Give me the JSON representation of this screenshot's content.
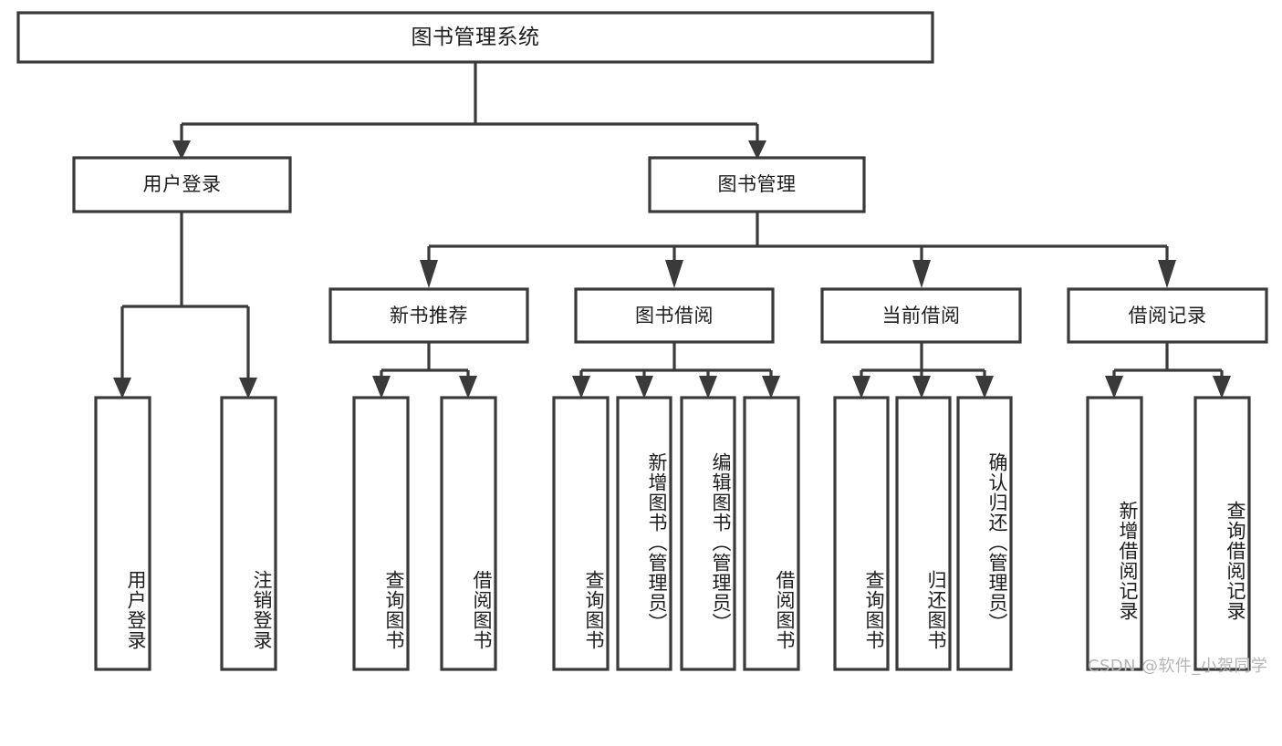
{
  "diagram": {
    "title": "图书管理系统",
    "watermark": "CSDN @软件_小贺同学",
    "colors": {
      "stroke": "#3a3a3a",
      "box_fill": "#ffffff",
      "text": "#1d1d1d",
      "background": "#ffffff",
      "watermark": "#b4b4b4"
    },
    "root": {
      "label": "图书管理系统"
    },
    "level1": [
      {
        "label": "用户登录"
      },
      {
        "label": "图书管理"
      }
    ],
    "level2": [
      {
        "label": "新书推荐"
      },
      {
        "label": "图书借阅"
      },
      {
        "label": "当前借阅"
      },
      {
        "label": "借阅记录"
      }
    ],
    "leaves": {
      "user_login": [
        {
          "label": "用户登录"
        },
        {
          "label": "注销登录"
        }
      ],
      "new_book_recommend": [
        {
          "label": "查询图书"
        },
        {
          "label": "借阅图书"
        }
      ],
      "book_borrow": [
        {
          "label": "查询图书"
        },
        {
          "label": "新增图书（管理员）"
        },
        {
          "label": "编辑图书（管理员）"
        },
        {
          "label": "借阅图书"
        }
      ],
      "current_borrow": [
        {
          "label": "查询图书"
        },
        {
          "label": "归还图书"
        },
        {
          "label": "确认归还（管理员）"
        }
      ],
      "borrow_records": [
        {
          "label": "新增借阅记录"
        },
        {
          "label": "查询借阅记录"
        }
      ]
    }
  }
}
